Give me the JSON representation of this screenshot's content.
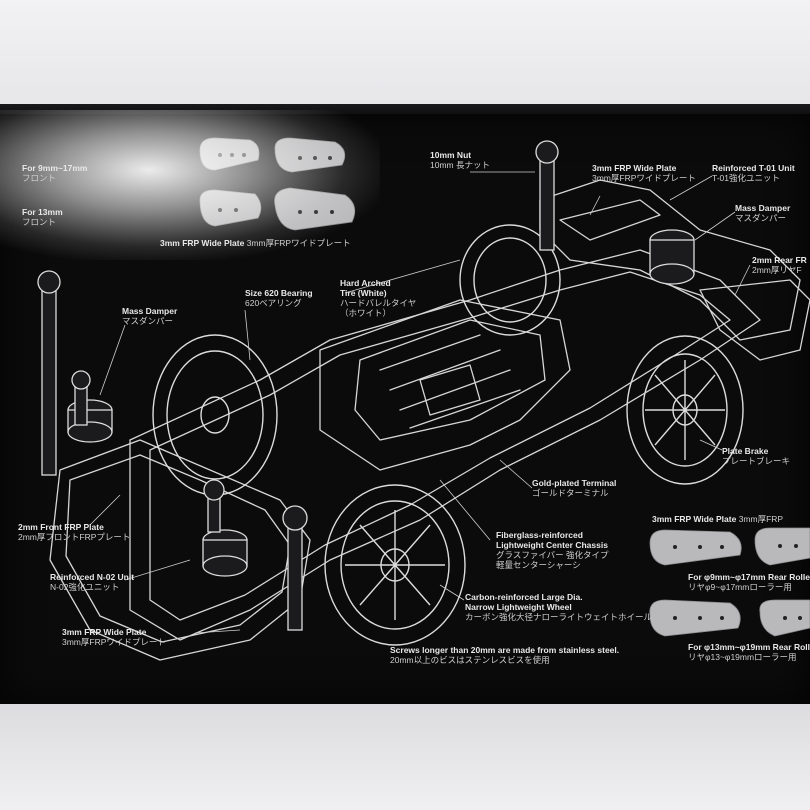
{
  "labels": {
    "nut": {
      "en": "10mm Nut",
      "jp": "10mm 長ナット"
    },
    "frp_wide_top": {
      "en": "3mm FRP Wide Plate",
      "jp": "3mm厚FRPワイドプレート"
    },
    "t01": {
      "en": "Reinforced T-01 Unit",
      "jp": "T-01強化ユニット"
    },
    "mass_damper_right": {
      "en": "Mass Damper",
      "jp": "マスダンパー"
    },
    "rear_frp": {
      "en": "2mm Rear FR",
      "jp": "2mm厚リヤF"
    },
    "frp_wide_left_top": {
      "en": "3mm FRP Wide Plate",
      "jp": "3mm厚FRPワイドプレート"
    },
    "tire": {
      "en": "Hard Arched",
      "en2": "Tire (White)",
      "jp": "ハードバレルタイヤ",
      "jp2": "（ホワイト）"
    },
    "bearing": {
      "en": "Size 620 Bearing",
      "jp": "620ベアリング"
    },
    "mass_damper_left": {
      "en": "Mass Damper",
      "jp": "マスダンパー"
    },
    "plate_brake": {
      "en": "Plate Brake",
      "jp": "プレートブレーキ"
    },
    "terminal": {
      "en": "Gold-plated Terminal",
      "jp": "ゴールドターミナル"
    },
    "front_frp": {
      "en": "2mm Front FRP Plate",
      "jp": "2mm厚フロントFRPプレート"
    },
    "chassis": {
      "en": "Fiberglass-reinforced",
      "en2": "Lightweight Center Chassis",
      "jp": "グラスファイバー 強化タイプ",
      "jp2": "軽量センターシャーシ"
    },
    "n02": {
      "en": "Reinforced N-02 Unit",
      "jp": "N-02強化ユニット"
    },
    "wheel": {
      "en": "Carbon-reinforced Large Dia.",
      "en2": "Narrow Lightweight Wheel",
      "jp": "カーボン強化大径ナローライトウェイトホイール"
    },
    "frp_wide_bottom": {
      "en": "3mm FRP Wide Plate",
      "jp": "3mm厚FRPワイドプレート"
    },
    "screws": {
      "en": "Screws longer than 20mm are made from stainless steel.",
      "jp": "20mm以上のビスはステンレスビスを使用"
    },
    "frp_wide_right": {
      "en": "3mm FRP Wide Plate",
      "jp": "3mm厚FRP"
    },
    "roller_17": {
      "en": "For φ9mm~φ17mm Rear Rolle",
      "jp": "リヤφ9~φ17mmローラー用"
    },
    "roller_19": {
      "en": "For φ13mm~φ19mm Rear Roll",
      "jp": "リヤφ13~φ19mmローラー用"
    },
    "left_for_a": {
      "en": "For 9mm~17mm",
      "jp": "フロント"
    },
    "left_for_b": {
      "en": "For 13mm",
      "jp": "フロント"
    }
  },
  "colors": {
    "box": "#0b0b0c",
    "line": "#d9d9d9",
    "plate": "#b9b9bb",
    "surface": "#ececee"
  }
}
